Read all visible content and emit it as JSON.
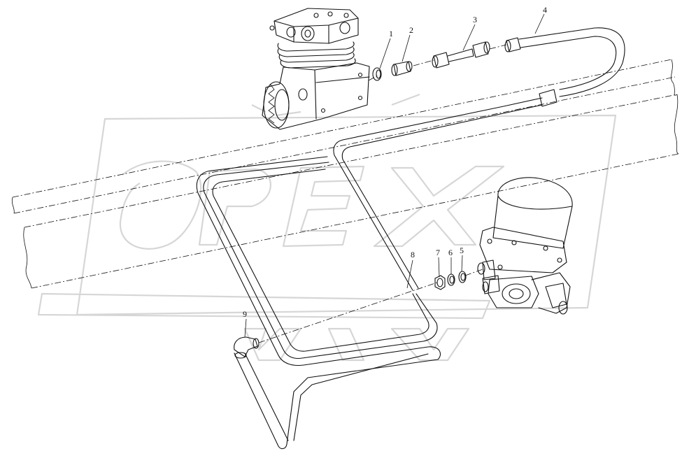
{
  "diagram": {
    "watermark": "OPEX",
    "callouts": [
      {
        "id": "1",
        "label": "1"
      },
      {
        "id": "2",
        "label": "2"
      },
      {
        "id": "3",
        "label": "3"
      },
      {
        "id": "4",
        "label": "4"
      },
      {
        "id": "5",
        "label": "5"
      },
      {
        "id": "6",
        "label": "6"
      },
      {
        "id": "7",
        "label": "7"
      },
      {
        "id": "8",
        "label": "8"
      },
      {
        "id": "9",
        "label": "9"
      }
    ],
    "parts": [
      {
        "name": "air-compressor"
      },
      {
        "name": "sealing-washer",
        "callout": "1"
      },
      {
        "name": "adapter-fitting",
        "callout": "2"
      },
      {
        "name": "pipe-union",
        "callout": "3"
      },
      {
        "name": "pipe-assembly",
        "callout": "4"
      },
      {
        "name": "sealing-ring",
        "callout": "5"
      },
      {
        "name": "sealing-ring",
        "callout": "6"
      },
      {
        "name": "nut",
        "callout": "7"
      },
      {
        "name": "coiled-pipe-assembly",
        "callout": "8"
      },
      {
        "name": "elbow-fitting",
        "callout": "9"
      },
      {
        "name": "air-dryer"
      },
      {
        "name": "frame-rail"
      }
    ]
  }
}
